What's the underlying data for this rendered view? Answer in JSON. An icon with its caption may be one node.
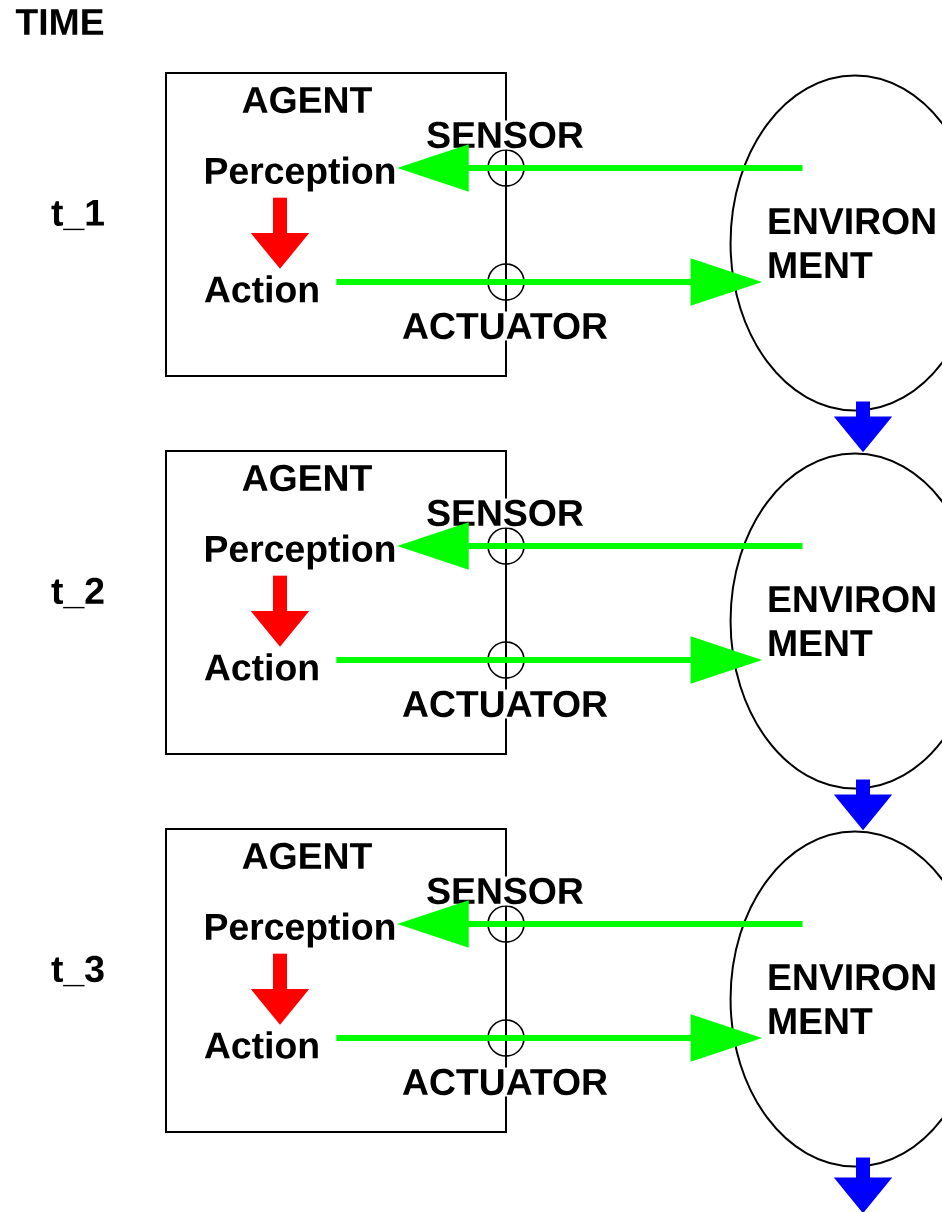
{
  "diagram": {
    "nodes": [
      {
        "text": [
          "AGENT"
        ]
      },
      {
        "text": [
          "Perception"
        ],
        "in": 0
      },
      {
        "text": [
          "Action"
        ],
        "in": 0
      },
      {
        "text": [],
        "shape": "circle",
        "beside": [
          "SENSOR"
        ]
      },
      {
        "text": [],
        "shape": "circle",
        "beside": [
          "ACTUATOR"
        ]
      },
      {
        "text": [
          "ENVIRON MENT"
        ]
      },
      {
        "text": [
          "AGENT"
        ]
      },
      {
        "text": [
          "Perception"
        ],
        "in": 6
      },
      {
        "text": [
          "Action"
        ],
        "in": 6
      },
      {
        "text": [],
        "shape": "circle",
        "beside": [
          "SENSOR"
        ]
      },
      {
        "text": [],
        "shape": "circle",
        "beside": [
          "ACTUATOR"
        ]
      },
      {
        "text": [
          "ENVIRON MENT"
        ]
      },
      {
        "text": [
          "AGENT"
        ]
      },
      {
        "text": [
          "Perception"
        ],
        "in": 12
      },
      {
        "text": [
          "Action"
        ],
        "in": 12
      },
      {
        "text": [],
        "shape": "circle",
        "beside": [
          "SENSOR"
        ]
      },
      {
        "text": [],
        "shape": "circle",
        "beside": [
          "ACTUATOR"
        ]
      },
      {
        "text": [
          "ENVIRON MENT"
        ]
      }
    ],
    "edges": [
      {
        "from": 5,
        "to": 3,
        "arrow": "none"
      },
      {
        "from": 3,
        "to": 1,
        "arrow": "to"
      },
      {
        "from": 1,
        "to": 2,
        "arrow": "to",
        "style": "thick",
        "color": "#ff0000"
      },
      {
        "from": 2,
        "to": 4,
        "arrow": "none"
      },
      {
        "from": 4,
        "to": 5,
        "arrow": "to"
      },
      {
        "from": 5,
        "to": 11,
        "arrow": "to",
        "style": "thick",
        "color": "#0000ff"
      },
      {
        "from": 11,
        "to": 9,
        "arrow": "none"
      },
      {
        "from": 9,
        "to": 7,
        "arrow": "to"
      },
      {
        "from": 7,
        "to": 8,
        "arrow": "to",
        "style": "thick",
        "color": "#ff0000"
      },
      {
        "from": 8,
        "to": 10,
        "arrow": "none"
      },
      {
        "from": 10,
        "to": 11,
        "arrow": "to"
      },
      {
        "from": 11,
        "to": 17,
        "arrow": "to",
        "style": "thick",
        "color": "#0000ff"
      },
      {
        "from": 17,
        "to": 15,
        "arrow": "none"
      },
      {
        "from": 15,
        "to": 13,
        "arrow": "to"
      },
      {
        "from": 13,
        "to": 14,
        "arrow": "to",
        "style": "thick",
        "color": "#ff0000"
      },
      {
        "from": 14,
        "to": 16,
        "arrow": "none"
      },
      {
        "from": 16,
        "to": 17,
        "arrow": "to"
      },
      {
        "from": 17,
        "to": null,
        "arrow": "to",
        "style": "thick",
        "color": "#0000ff"
      }
    ],
    "labels": [
      "TIME",
      "t_1",
      "t_2",
      "t_3"
    ]
  }
}
